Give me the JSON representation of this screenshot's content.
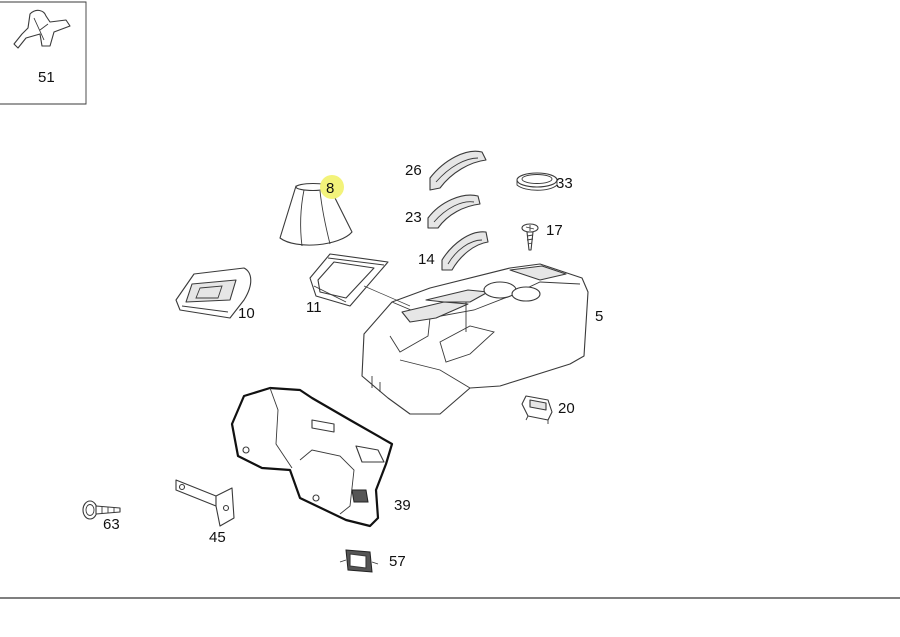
{
  "diagram": {
    "labels": {
      "p51": "51",
      "p8": "8",
      "p26": "26",
      "p33": "33",
      "p23": "23",
      "p17": "17",
      "p14": "14",
      "p10": "10",
      "p11": "11",
      "p5": "5",
      "p20": "20",
      "p39": "39",
      "p63": "63",
      "p45": "45",
      "p57": "57"
    },
    "highlight_color": "#f3f37a"
  }
}
